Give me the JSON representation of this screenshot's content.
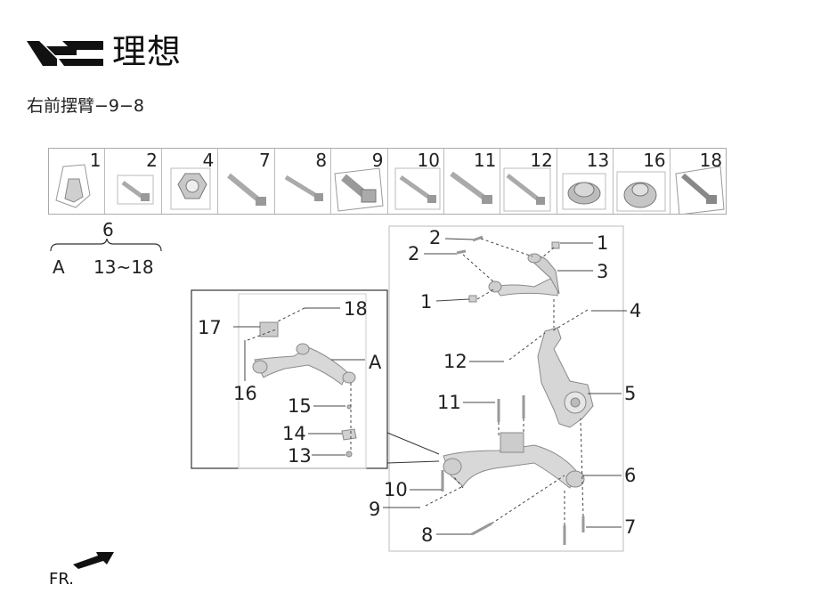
{
  "brand": {
    "name": "理想",
    "logo": "li-auto-logo"
  },
  "document": {
    "title": "右前摆臂−9−8"
  },
  "thumbnails": [
    {
      "number": "1",
      "part": "nut-cap"
    },
    {
      "number": "2",
      "part": "bolt"
    },
    {
      "number": "4",
      "part": "flange-nut"
    },
    {
      "number": "7",
      "part": "bolt"
    },
    {
      "number": "8",
      "part": "bolt"
    },
    {
      "number": "9",
      "part": "flange-bolt"
    },
    {
      "number": "10",
      "part": "bolt"
    },
    {
      "number": "11",
      "part": "bolt"
    },
    {
      "number": "12",
      "part": "bolt"
    },
    {
      "number": "13",
      "part": "flange-nut"
    },
    {
      "number": "16",
      "part": "nut-cap"
    },
    {
      "number": "18",
      "part": "bolt"
    }
  ],
  "kit": {
    "number": "6",
    "assembly": "A",
    "range": "13~18"
  },
  "callouts": {
    "c2a": "2",
    "c2b": "2",
    "c1a": "1",
    "c3": "3",
    "c1b": "1",
    "c4": "4",
    "c12": "12",
    "c5": "5",
    "c11": "11",
    "c6": "6",
    "c10": "10",
    "c9": "9",
    "c7": "7",
    "c8": "8",
    "c18": "18",
    "c17": "17",
    "cA": "A",
    "c16": "16",
    "c15": "15",
    "c14": "14",
    "c13": "13"
  },
  "direction": {
    "label": "FR.",
    "icon": "front-arrow-icon"
  },
  "colors": {
    "line": "#555555",
    "part_fill": "#d6d6d6",
    "part_stroke": "#8a8a8a"
  }
}
